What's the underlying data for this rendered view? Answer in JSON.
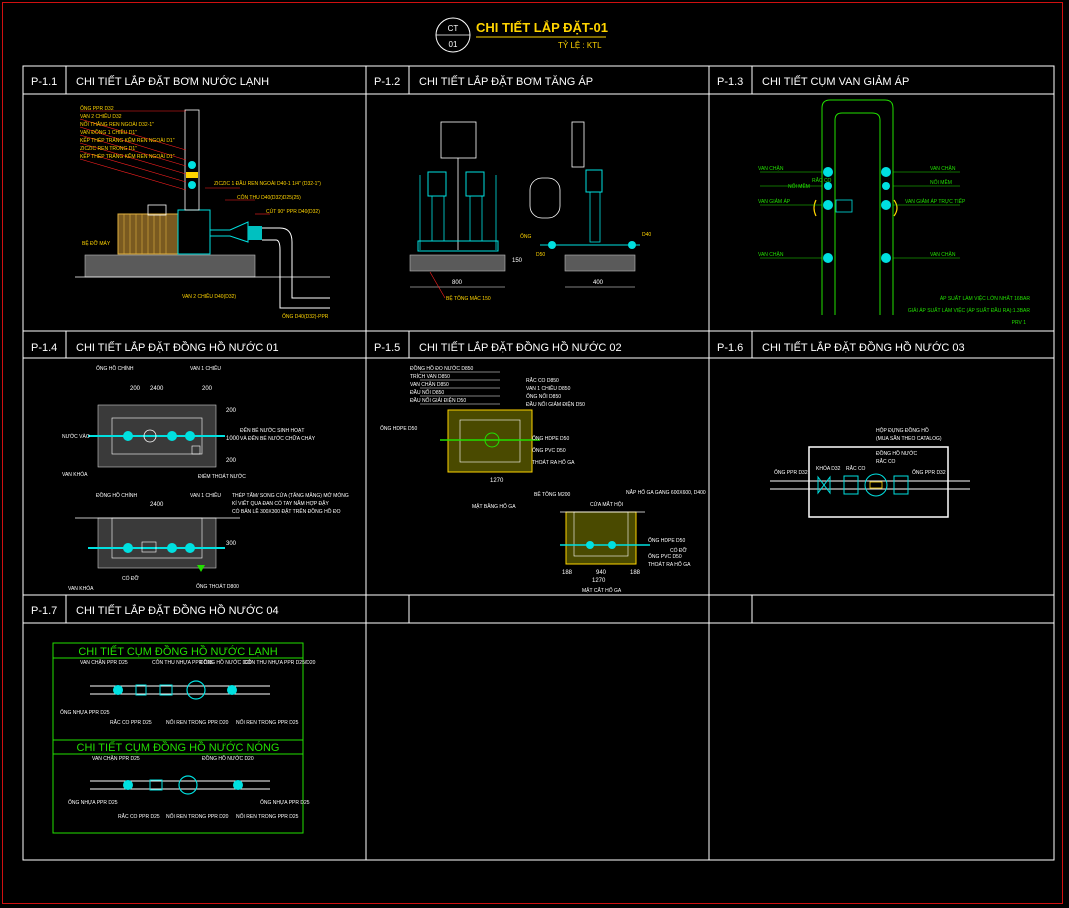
{
  "header": {
    "badge_top": "CT",
    "badge_bottom": "01",
    "title": "CHI TIẾT LẮP ĐẶT-01",
    "scale": "TỶ LỆ : KTL"
  },
  "cells": [
    {
      "code": "P-1.1",
      "title": "CHI TIẾT LẮP ĐẶT BƠM NƯỚC LẠNH"
    },
    {
      "code": "P-1.2",
      "title": "CHI TIẾT LẮP ĐẶT BƠM TĂNG ÁP"
    },
    {
      "code": "P-1.3",
      "title": "CHI TIẾT CỤM VAN GIẢM ÁP"
    },
    {
      "code": "P-1.4",
      "title": "CHI TIẾT LẮP ĐẶT ĐỒNG HỒ NƯỚC 01"
    },
    {
      "code": "P-1.5",
      "title": "CHI TIẾT LẮP ĐẶT ĐỒNG HỒ NƯỚC 02"
    },
    {
      "code": "P-1.6",
      "title": "CHI TIẾT LẮP ĐẶT ĐỒNG HỒ NƯỚC 03"
    },
    {
      "code": "P-1.7",
      "title": "CHI TIẾT LẮP ĐẶT ĐỒNG HỒ NƯỚC 04"
    },
    {
      "code": "",
      "title": ""
    },
    {
      "code": "",
      "title": ""
    }
  ],
  "p11": {
    "labels": [
      "ỐNG PPR D32",
      "VAN 2 CHIỀU D32",
      "NỐI THẲNG REN NGOÀI D32-1\"",
      "VAN ĐỒNG 1 CHIỀU D1\"",
      "KẾP THÉP TRÁNG KẼM REN NGOÀI D1\"",
      "ZICZIC REN TRONG D1\"",
      "KẾP THÉP TRÁNG KẼM REN NGOÀI D1\""
    ],
    "right_labels": [
      "ZICZIC 1 ĐẦU REN NGOÀI D40-1 1/4\" (D32-1\")",
      "CÔN THU D40(D32)D25(25)",
      "CÚT 90° PPR D40(D32)"
    ],
    "bottom_labels": [
      "BỆ ĐỠ MÁY",
      "VAN 2 CHIỀU D40(D32)",
      "ỐNG D40(D32)-PPR"
    ]
  },
  "p12": {
    "dims": [
      "800",
      "150",
      "400"
    ],
    "labels": [
      "BỆ TÔNG MÁC 150",
      "ỐNG",
      "D50",
      "D40"
    ]
  },
  "p13": {
    "left_labels": [
      "VAN CHẶN",
      "RẮC CO",
      "NỐI MỀM",
      "VAN GIẢM ÁP",
      "VAN CHẶN"
    ],
    "right_labels": [
      "VAN CHẶN",
      "NỐI MỀM",
      "VAN GIẢM ÁP TRỰC TIẾP",
      "VAN CHẶN"
    ],
    "notes": [
      "ÁP SUẤT LÀM VIỆC LỚN NHẤT 16BAR",
      "GIẢI ÁP SUẤT LÀM VIỆC (ÁP SUẤT ĐẦU RA):1.3BAR",
      "PRV 1"
    ]
  },
  "p14": {
    "dims": [
      "200",
      "2400",
      "200",
      "200",
      "1000",
      "200",
      "2400",
      "300"
    ],
    "labels": [
      "ỐNG HỒ CHÍNH",
      "VAN 1 CHIỀU",
      "NƯỚC VÀO",
      "ĐẾN BỂ NƯỚC SINH HOẠT",
      "VÀ ĐẾN BỂ NƯỚC CHỮA CHÁY",
      "VAN KHÓA",
      "ĐIỂM THOÁT NƯỚC",
      "ĐỒNG HỒ CHÍNH",
      "VAN 1 CHIỀU",
      "THÉP TẤM/ SONG CỬA (TĂNG MĂNG) MỞ MÓNG",
      "KÍ VIẾT QUA ĐAN CÓ TAY NẮM HỢP ĐẬY",
      "CÓ BẢN LỀ 300X300 ĐẶT TRÊN ĐỒNG HỒ ĐO",
      "VAN KHÓA",
      "CỔ ĐỠ",
      "ỐNG THOÁT D800"
    ]
  },
  "p15": {
    "labels": [
      "ĐỒNG HỒ ĐO NƯỚC D850",
      "TRÍCH VAN D850",
      "VAN CHẶN D850",
      "ĐẦU NỐI D850",
      "ĐẦU NỐI GIẢI ĐIỆN D50",
      "RẮC CO D850",
      "VAN 1 CHIỀU D850",
      "ỐNG NỐI D850",
      "ĐẦU NỐI GIẢM ĐIỆN D50",
      "ỐNG HDPE D50",
      "ỐNG HDPE D50",
      "ỐNG PVC D50",
      "THOÁT RA HỐ GA",
      "MẶT BẰNG HỐ GA",
      "BÊ TÔNG M200",
      "CỬA MẮT HỘI",
      "NẮP HỐ GA GANG 600X600, D400",
      "ỐNG HDPE D50",
      "CỔ ĐỠ",
      "ỐNG PVC D50",
      "THOÁT RA HỐ GA",
      "MẶT CẮT HỐ GA"
    ],
    "dims": [
      "1270",
      "1270",
      "188",
      "940",
      "188"
    ]
  },
  "p16": {
    "labels": [
      "HỘP ĐỰNG ĐỒNG HỒ",
      "(MUA SẴN THEO CATALOG)",
      "ĐỒNG HỒ NƯỚC",
      "RẮC CO",
      "ỐNG PPR D32",
      "KHÓA D32",
      "RẮC CO",
      "ỐNG PPR D32"
    ]
  },
  "p17": {
    "cold_title": "CHI TIẾT CỤM ĐỒNG HỒ NƯỚC LẠNH",
    "hot_title": "CHI TIẾT CỤM ĐỒNG HỒ NƯỚC NÓNG",
    "cold_labels": [
      "VAN CHẶN PPR D25",
      "CÔN THU NHỰA PPR D25",
      "ĐỒNG HỒ NƯỚC D20",
      "CÔN THU NHỰA PPR D25/D20",
      "ỐNG NHỰA PPR D25",
      "RẮC CO PPR D25",
      "NỐI REN TRONG PPR D20",
      "NỐI REN TRONG PPR D25"
    ],
    "hot_labels": [
      "VAN CHẶN PPR D25",
      "ĐỒNG HỒ NƯỚC D20",
      "ỐNG NHỰA PPR D25",
      "ỐNG NHỰA PPR D25",
      "RẮC CO PPR D25",
      "NỐI REN TRONG PPR D20",
      "NỐI REN TRONG PPR D25"
    ]
  },
  "colors": {
    "accent_green": "#22e000",
    "cyan": "#00e0e0",
    "yellow": "#ffd400",
    "red": "#d01010"
  }
}
